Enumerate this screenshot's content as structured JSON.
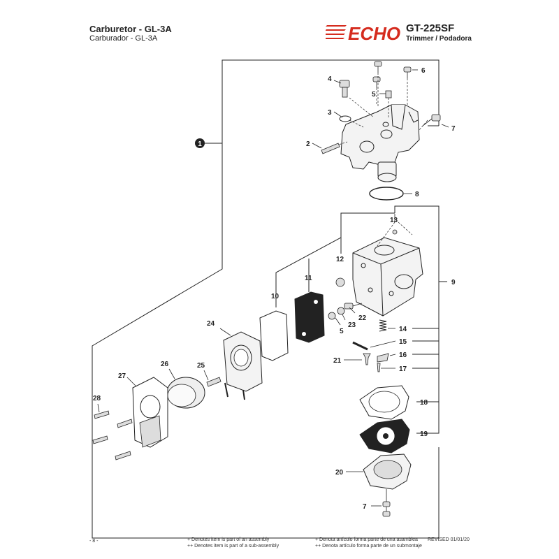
{
  "header": {
    "title": "Carburetor - GL-3A",
    "subtitle": "Carburador - GL-3A",
    "brand": "ECHO",
    "model": "GT-225SF",
    "model_desc": "Trimmer / Podadora"
  },
  "assembly_marker": "1",
  "callouts": [
    "2",
    "3",
    "4",
    "5",
    "5",
    "6",
    "7",
    "7",
    "8",
    "9",
    "10",
    "11",
    "12",
    "13",
    "14",
    "15",
    "16",
    "17",
    "18",
    "19",
    "20",
    "21",
    "22",
    "23",
    "24",
    "25",
    "26",
    "27",
    "28"
  ],
  "footer": {
    "page": "- 8 -",
    "note_en_1": "+ Denotes item is part of an assembly",
    "note_en_2": "++ Denotes item is part of a sub-assembly",
    "note_es_1": "+ Denota artículo forma parte de una asamblea",
    "note_es_2": "++ Denota artículo forma parte de un submontaje",
    "revised": "REVISED 01/01/20"
  },
  "colors": {
    "brand": "#d52b1e",
    "ink": "#222222"
  }
}
